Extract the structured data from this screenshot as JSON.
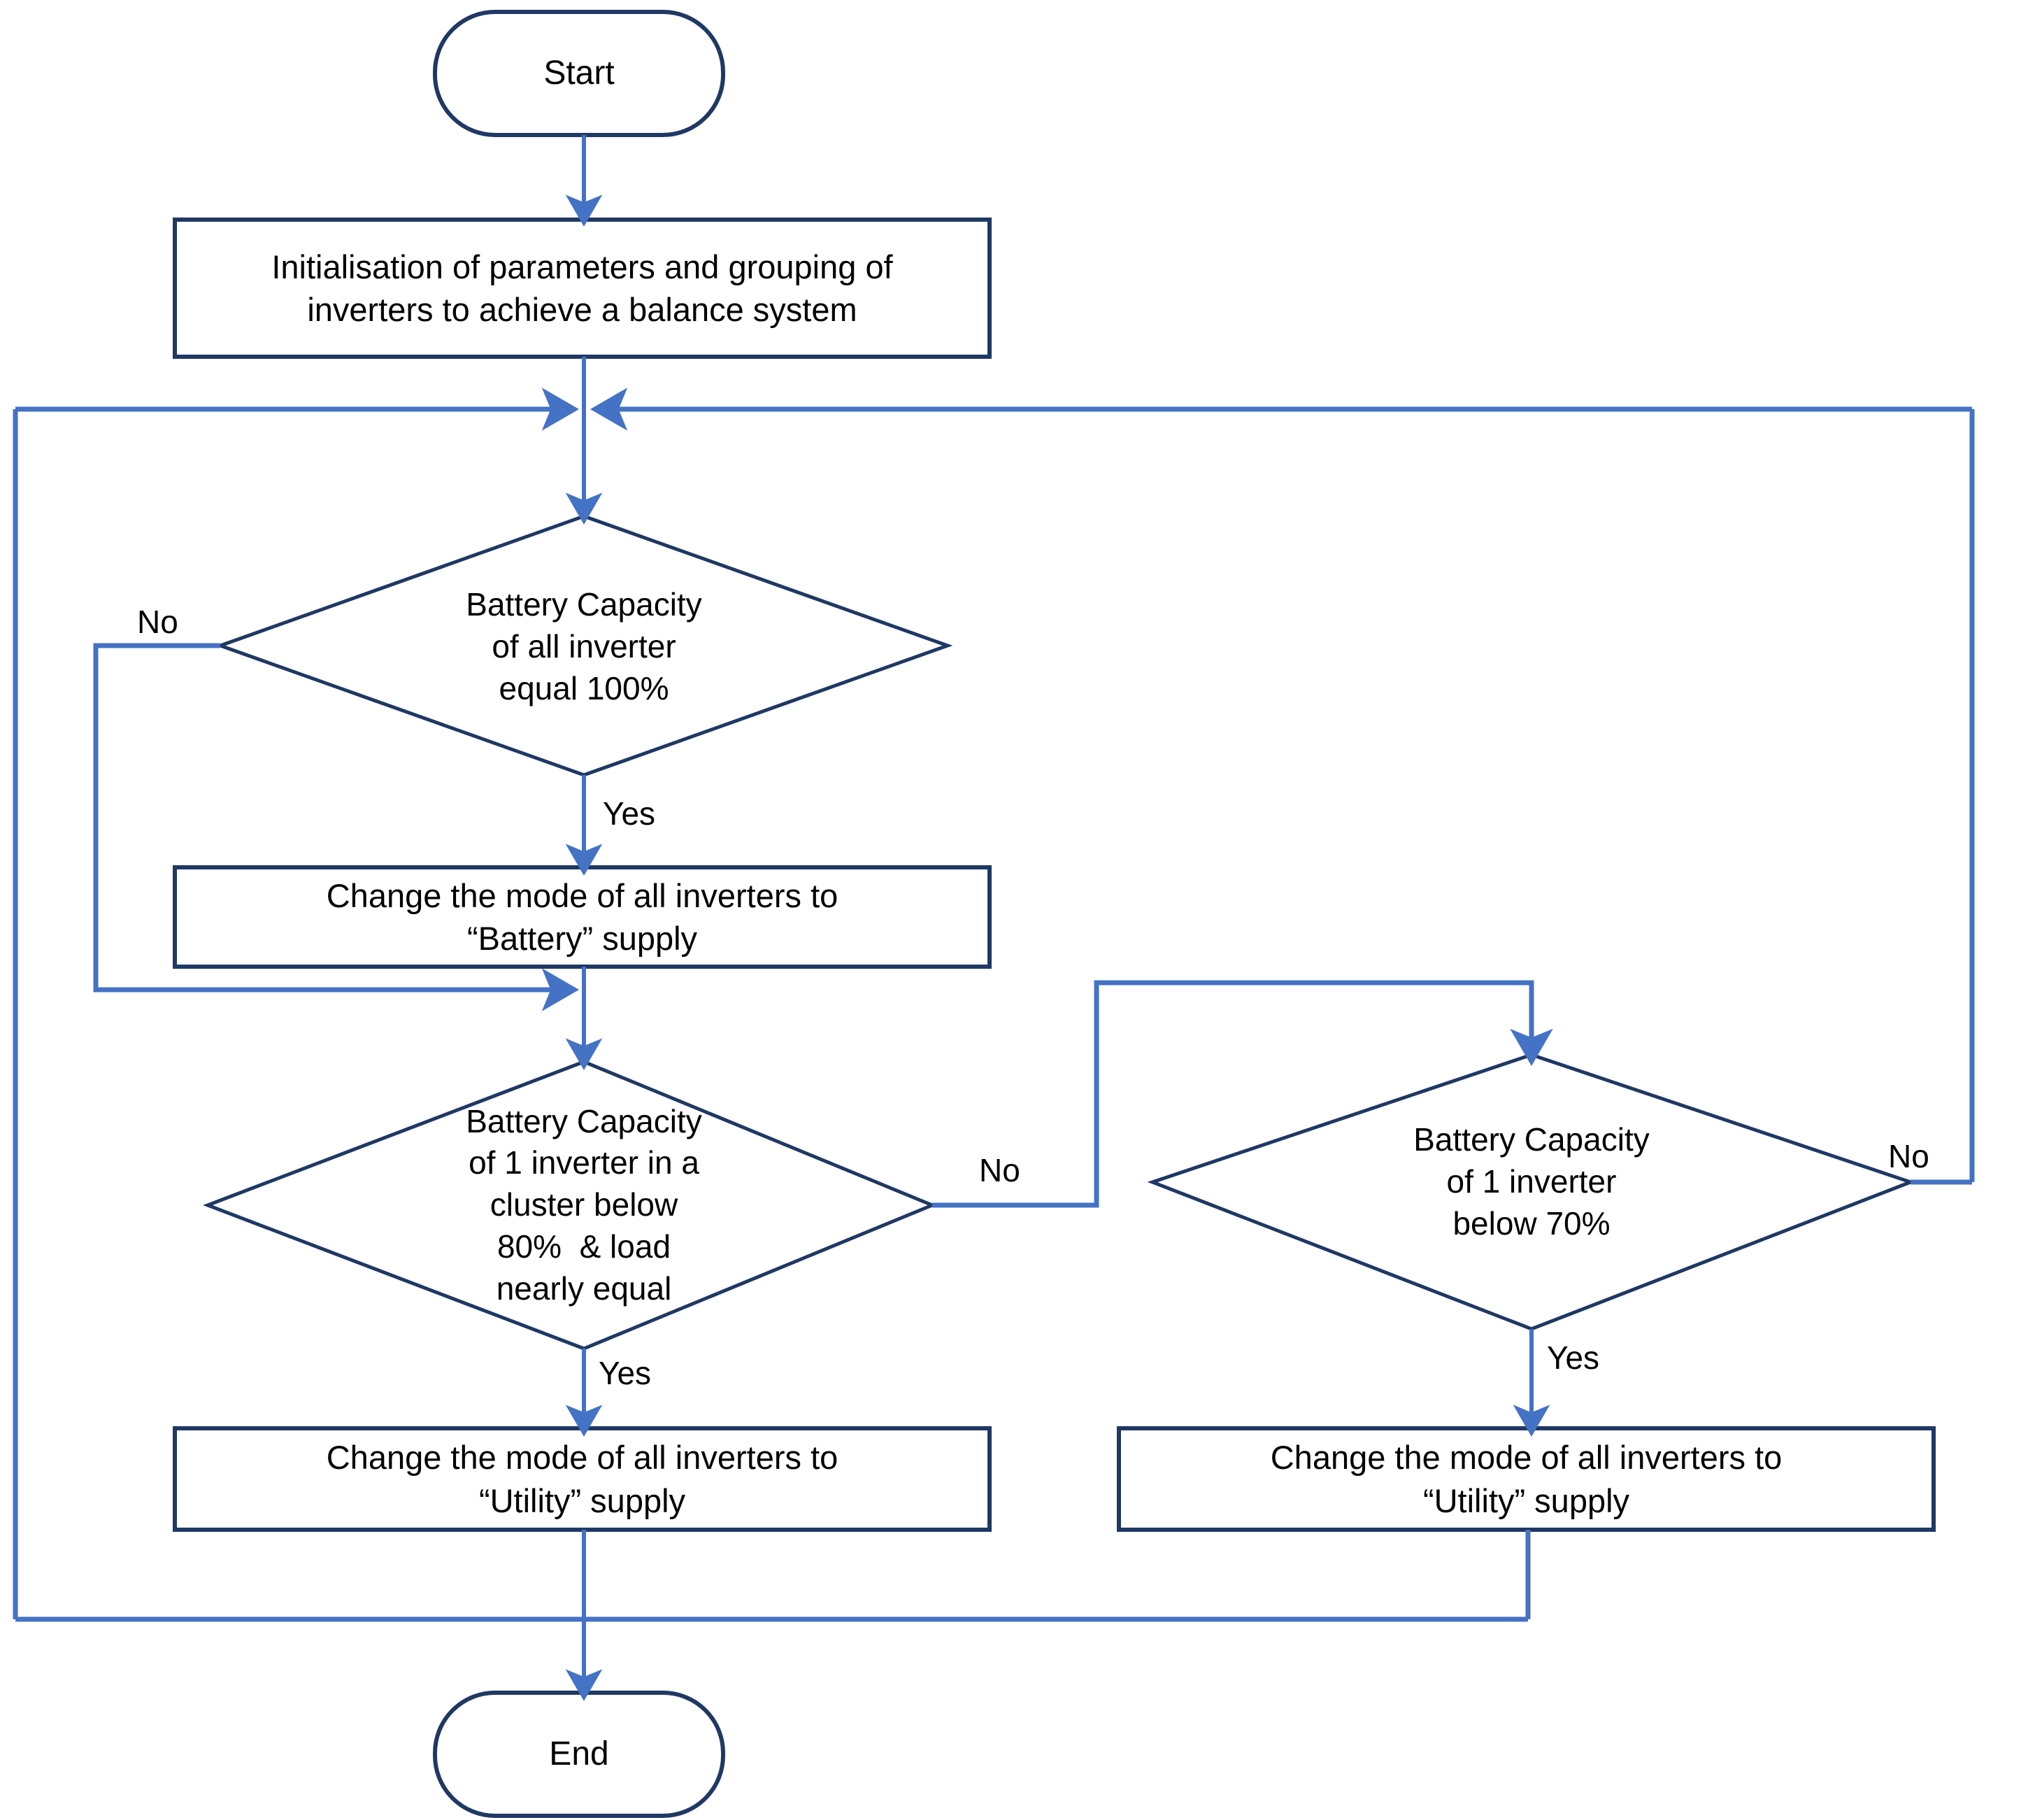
{
  "diagram": {
    "type": "flowchart",
    "title": "Inverter battery/utility mode switching flowchart",
    "colors": {
      "shape_stroke": "#1F3864",
      "connector_stroke": "#4472C4",
      "shape_fill": "#FFFFFF",
      "text": "#000000",
      "background": "#FFFFFF"
    }
  },
  "nodes": {
    "start": {
      "shape": "terminator",
      "label": "Start"
    },
    "initialisation": {
      "shape": "process",
      "line1": "Initialisation of parameters and grouping of",
      "line2": "inverters to achieve a balance system"
    },
    "decision_all_100": {
      "shape": "decision",
      "line1": "Battery Capacity",
      "line2": "of all inverter",
      "line3": "equal 100%"
    },
    "battery_mode": {
      "shape": "process",
      "line1": "Change the mode of all inverters to",
      "line2": "“Battery” supply"
    },
    "decision_cluster_80": {
      "shape": "decision",
      "line1": "Battery Capacity",
      "line2": "of 1 inverter in a",
      "line3": "cluster below",
      "line4": "80%  & load",
      "line5": "nearly equal"
    },
    "decision_one_70": {
      "shape": "decision",
      "line1": "Battery Capacity",
      "line2": "of 1 inverter",
      "line3": "below 70%"
    },
    "utility_mode_left": {
      "shape": "process",
      "line1": "Change the mode of all inverters to",
      "line2": "“Utility” supply"
    },
    "utility_mode_right": {
      "shape": "process",
      "line1": "Change the mode of all inverters to",
      "line2": "“Utility” supply"
    },
    "end": {
      "shape": "terminator",
      "label": "End"
    }
  },
  "edge_labels": {
    "decision_all_100_no": "No",
    "decision_all_100_yes": "Yes",
    "decision_cluster_80_no": "No",
    "decision_cluster_80_yes": "Yes",
    "decision_one_70_no": "No",
    "decision_one_70_yes": "Yes"
  }
}
